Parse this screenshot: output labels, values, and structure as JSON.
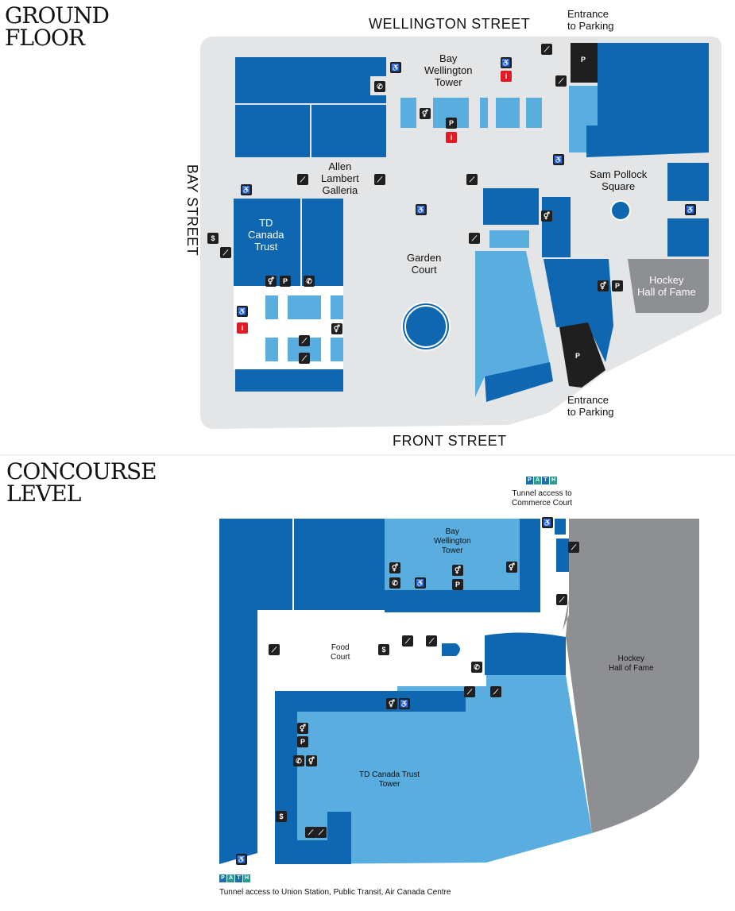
{
  "ground_floor": {
    "title": "GROUND\nFLOOR",
    "streets": {
      "north": "WELLINGTON STREET",
      "south": "FRONT STREET",
      "west": "BAY STREET"
    },
    "labels": {
      "bay_wellington": "Bay\nWellington\nTower",
      "allen_lambert": "Allen\nLambert\nGalleria",
      "td_canada_trust": "TD\nCanada\nTrust",
      "garden_court": "Garden\nCourt",
      "sam_pollock": "Sam Pollock\nSquare",
      "hockey_hall": "Hockey\nHall of Fame",
      "entrance_parking_top": "Entrance\nto Parking",
      "entrance_parking_bottom": "Entrance\nto Parking"
    }
  },
  "concourse_level": {
    "title": "CONCOURSE\nLEVEL",
    "labels": {
      "bay_wellington": "Bay\nWellington\nTower",
      "food_court": "Food\nCourt",
      "td_tower": "TD Canada Trust\nTower",
      "hockey_hall": "Hockey\nHall of Fame",
      "tunnel_commerce": "Tunnel access to\nCommerce Court",
      "tunnel_union": "Tunnel access to Union Station, Public Transit, Air Canada Centre"
    },
    "path_badge": [
      "P",
      "A",
      "T",
      "H"
    ]
  },
  "icons": {
    "accessible": "wheelchair-icon",
    "phone": "phone-icon",
    "parking": "parking-icon",
    "info": "info-icon",
    "washroom": "washroom-icon",
    "escalator": "escalator-icon",
    "atm": "atm-icon"
  },
  "colors": {
    "dark_blue": "#0f67b1",
    "light_blue": "#5aaedf",
    "grey_floor": "#e4e5e6",
    "hockey_grey": "#8e8f92",
    "black": "#1f1f1f",
    "red": "#e01b24"
  }
}
